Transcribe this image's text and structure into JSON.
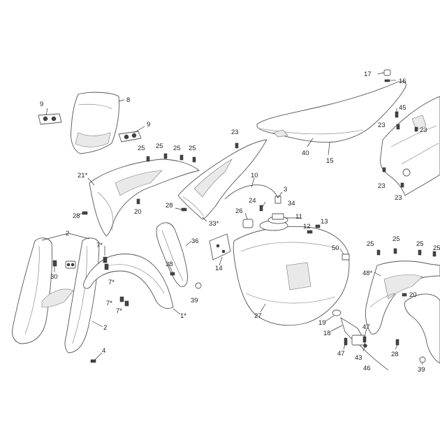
{
  "diagram": {
    "callouts": [
      {
        "id": "c17",
        "text": "17"
      },
      {
        "id": "c16",
        "text": "16"
      },
      {
        "id": "c45",
        "text": "45"
      },
      {
        "id": "c23a",
        "text": "23"
      },
      {
        "id": "c23b",
        "text": "23"
      },
      {
        "id": "c23c",
        "text": "23"
      },
      {
        "id": "c23d",
        "text": "23"
      },
      {
        "id": "c23e",
        "text": "23"
      },
      {
        "id": "c40",
        "text": "40"
      },
      {
        "id": "c15",
        "text": "15"
      },
      {
        "id": "c9a",
        "text": "9"
      },
      {
        "id": "c8",
        "text": "8"
      },
      {
        "id": "c9b",
        "text": "9"
      },
      {
        "id": "c25a",
        "text": "25"
      },
      {
        "id": "c25b",
        "text": "25"
      },
      {
        "id": "c25c",
        "text": "25"
      },
      {
        "id": "c25d",
        "text": "25"
      },
      {
        "id": "c21",
        "text": "21*"
      },
      {
        "id": "c20a",
        "text": "20"
      },
      {
        "id": "c28a",
        "text": "28"
      },
      {
        "id": "c28b",
        "text": "28"
      },
      {
        "id": "c33",
        "text": "33*"
      },
      {
        "id": "c10",
        "text": "10"
      },
      {
        "id": "c3",
        "text": "3"
      },
      {
        "id": "c24",
        "text": "24"
      },
      {
        "id": "c34",
        "text": "34"
      },
      {
        "id": "c26",
        "text": "26"
      },
      {
        "id": "c11",
        "text": "11"
      },
      {
        "id": "c12",
        "text": "12"
      },
      {
        "id": "c13",
        "text": "13"
      },
      {
        "id": "c36",
        "text": "36"
      },
      {
        "id": "c14",
        "text": "14"
      },
      {
        "id": "c38",
        "text": "38"
      },
      {
        "id": "c39a",
        "text": "39"
      },
      {
        "id": "c1",
        "text": "1*"
      },
      {
        "id": "c2a",
        "text": "2"
      },
      {
        "id": "c2b",
        "text": "2"
      },
      {
        "id": "c7a",
        "text": "7*"
      },
      {
        "id": "c7b",
        "text": "7*"
      },
      {
        "id": "c7c",
        "text": "7*"
      },
      {
        "id": "c7d",
        "text": "7*"
      },
      {
        "id": "c30",
        "text": "30"
      },
      {
        "id": "c4",
        "text": "4"
      },
      {
        "id": "c27",
        "text": "27"
      },
      {
        "id": "c50",
        "text": "50"
      },
      {
        "id": "c19",
        "text": "19"
      },
      {
        "id": "c18",
        "text": "18"
      },
      {
        "id": "c47a",
        "text": "47"
      },
      {
        "id": "c47b",
        "text": "47"
      },
      {
        "id": "c43",
        "text": "43"
      },
      {
        "id": "c46",
        "text": "46"
      },
      {
        "id": "c25e",
        "text": "25"
      },
      {
        "id": "c25f",
        "text": "25"
      },
      {
        "id": "c25g",
        "text": "25"
      },
      {
        "id": "c25h",
        "text": "25"
      },
      {
        "id": "c48",
        "text": "48*"
      },
      {
        "id": "c20b",
        "text": "20"
      },
      {
        "id": "c28c",
        "text": "28"
      },
      {
        "id": "c39b",
        "text": "39"
      }
    ]
  }
}
